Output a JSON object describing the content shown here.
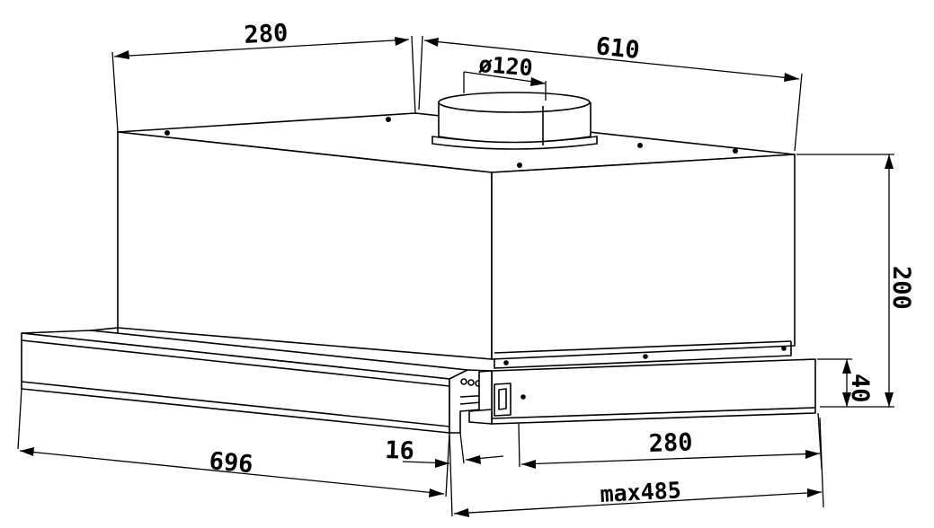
{
  "dimensions": {
    "top_depth": "280",
    "top_width": "610",
    "duct_diameter": "ø120",
    "height": "200",
    "front_panel_height": "40",
    "front_width": "696",
    "front_offset": "16",
    "slide_depth": "280",
    "max_extension": "max485"
  },
  "colors": {
    "line": "#000000",
    "background": "#ffffff"
  }
}
